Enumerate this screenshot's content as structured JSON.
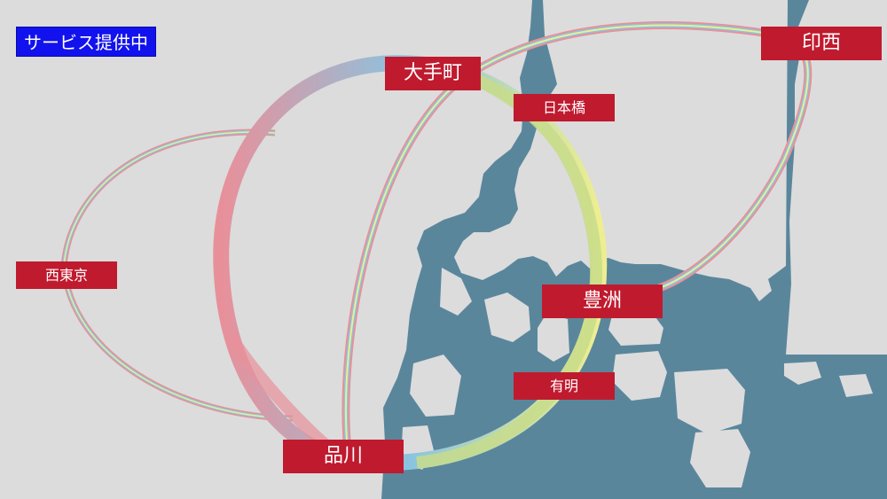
{
  "status_badge": {
    "label": "サービス提供中",
    "color": "#1212ee"
  },
  "stations": {
    "otemachi": "大手町",
    "nihonbashi": "日本橋",
    "inzai": "印西",
    "nishitokyo": "西東京",
    "toyosu": "豊洲",
    "ariake": "有明",
    "shinagawa": "品川"
  },
  "colors": {
    "background": "#dcdcdc",
    "water": "#5a869c",
    "station_label": "#c01a2e",
    "ring_pink": "#e8909a",
    "ring_blue": "#8ac4e0",
    "ring_yellow": "#eeee90"
  }
}
